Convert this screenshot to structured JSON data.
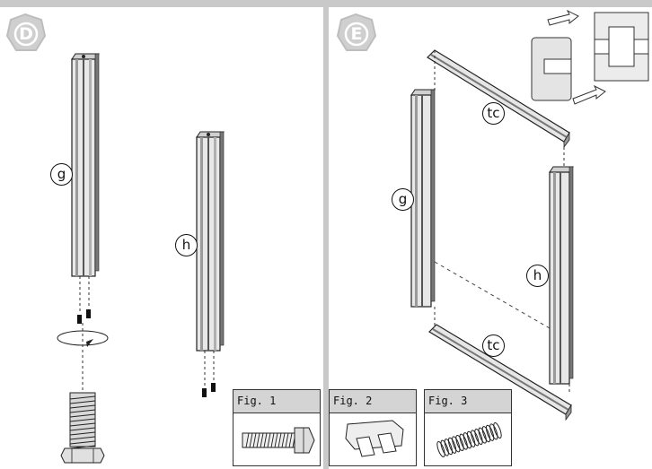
{
  "steps": [
    {
      "id": "D",
      "letter": "D"
    },
    {
      "id": "E",
      "letter": "E"
    }
  ],
  "panel_d": {
    "labels": {
      "g": "g",
      "h": "h"
    }
  },
  "panel_e": {
    "labels": {
      "g": "g",
      "h": "h",
      "tc_top": "tc",
      "tc_bottom": "tc"
    }
  },
  "legend": {
    "figures": [
      {
        "caption": "Fig. 1",
        "icon": "screw-icon"
      },
      {
        "caption": "Fig. 2",
        "icon": "connector-icon"
      },
      {
        "caption": "Fig. 3",
        "icon": "spring-icon"
      }
    ]
  },
  "colors": {
    "background": "#c9c9c9",
    "panel": "#ffffff",
    "badge": "#cfcfcf",
    "line": "#222222",
    "profile_fill": "#e6e6e6",
    "header_fill": "#d4d4d4"
  }
}
